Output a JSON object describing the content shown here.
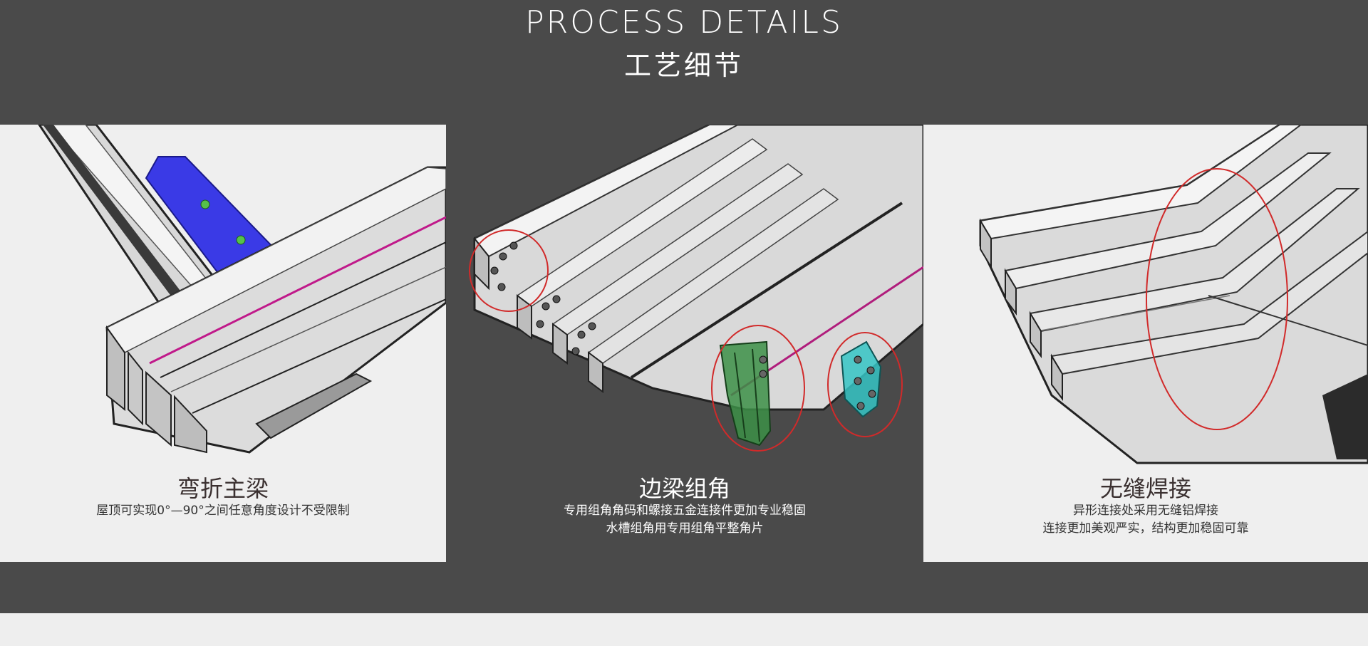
{
  "header": {
    "title_en": "PROCESS DETAILS",
    "title_cn": "工艺细节"
  },
  "panels": [
    {
      "title": "弯折主梁",
      "lines": [
        "屋顶可实现0°—90°之间任意角度设计不受限制"
      ]
    },
    {
      "title": "边梁组角",
      "lines": [
        "专用组角角码和螺接五金连接件更加专业稳固",
        "水槽组角用专用组角平整角片"
      ]
    },
    {
      "title": "无缝焊接",
      "lines": [
        "异形连接处采用无缝铝焊接",
        "连接更加美观严实，结构更加稳固可靠"
      ]
    }
  ],
  "colors": {
    "dark_band": "#4a4a4a",
    "light_panel": "#efefef",
    "highlight_circle": "#d12a2a",
    "insert_blue": "#3a3ae6",
    "corner_green": "#2f8a3a",
    "corner_cyan": "#35c4c4"
  }
}
